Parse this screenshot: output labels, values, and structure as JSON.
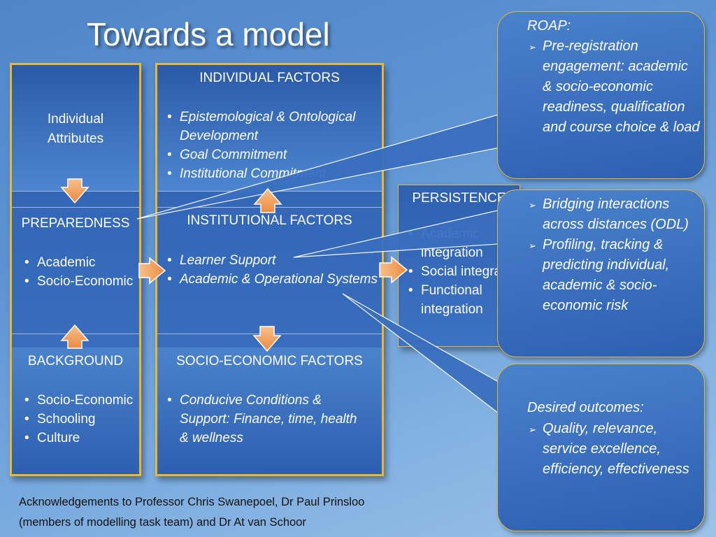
{
  "title": "Towards a model",
  "left_column": {
    "individual_attributes": "Individual Attributes",
    "preparedness": {
      "heading": "PREPAREDNESS",
      "items": [
        "Academic",
        "Socio-Economic"
      ]
    },
    "background": {
      "heading": "BACKGROUND",
      "items": [
        "Socio-Economic",
        "Schooling",
        "Culture"
      ]
    }
  },
  "middle_column": {
    "individual_factors": {
      "heading": "INDIVIDUAL FACTORS",
      "items": [
        "Epistemological & Ontological Development",
        "Goal Commitment",
        "Institutional Commitment"
      ]
    },
    "institutional_factors": {
      "heading": "INSTITUTIONAL FACTORS",
      "items": [
        "Learner Support",
        "Academic & Operational Systems"
      ]
    },
    "socio_economic_factors": {
      "heading": "SOCIO-ECONOMIC FACTORS",
      "items": [
        "Conducive Conditions & Support: Finance, time, health & wellness"
      ]
    }
  },
  "persistence": {
    "heading": "PERSISTENCE",
    "items": [
      "Academic integration",
      "Social integration",
      "Functional integration"
    ]
  },
  "callouts": {
    "roap": {
      "heading": "ROAP:",
      "items": [
        "Pre-registration engagement: academic & socio-economic readiness, qualification and course choice & load"
      ]
    },
    "bridging": {
      "items": [
        "Bridging interactions across distances (ODL)",
        "Profiling, tracking & predicting individual, academic & socio-economic risk"
      ]
    },
    "outcomes": {
      "heading": "Desired outcomes:",
      "items": [
        "Quality, relevance, service excellence, efficiency, effectiveness"
      ]
    }
  },
  "acknowledgement": {
    "line1": "Acknowledgements to Professor Chris Swanepoel, Dr Paul Prinsloo",
    "line2": "(members of modelling task team) and Dr At van Schoor"
  },
  "colors": {
    "frame": "#e9b730",
    "arrow_fill": "#f2a25a",
    "box_blue": "#3366b8"
  }
}
